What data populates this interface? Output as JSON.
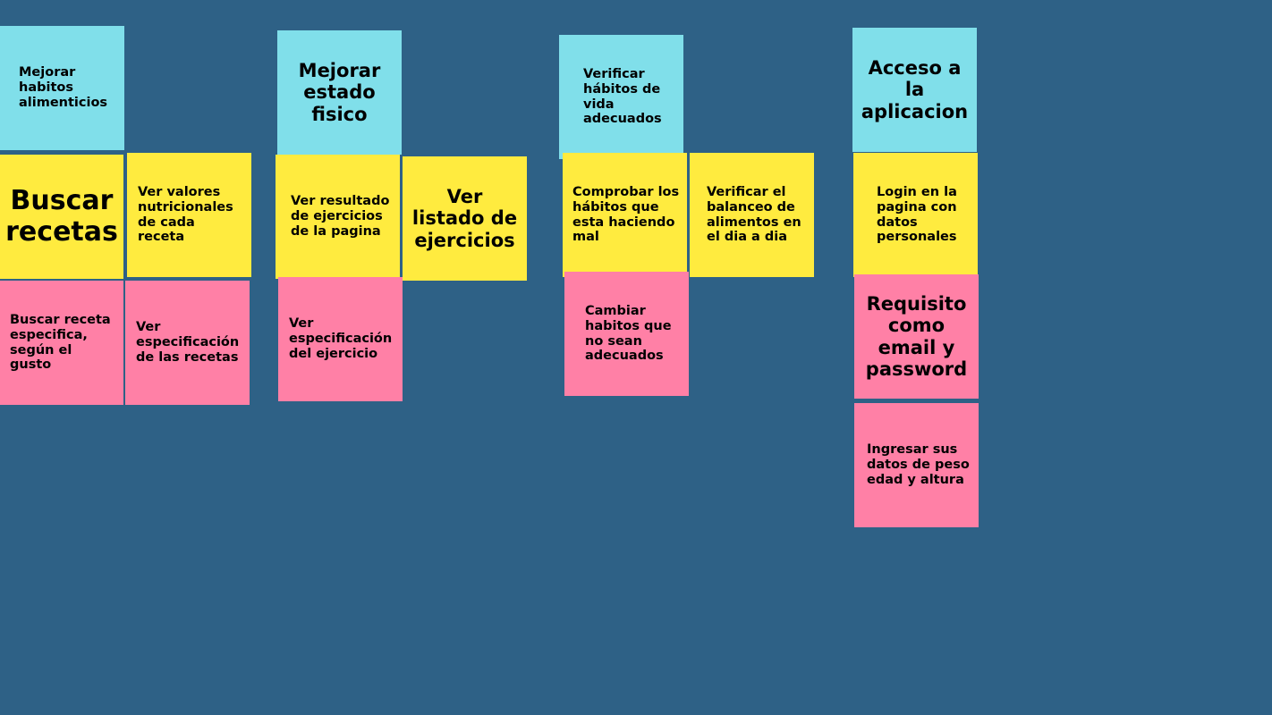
{
  "board": {
    "background_color": "#2e6186",
    "note_colors": {
      "cyan": "#80dfea",
      "yellow": "#ffeb3f",
      "pink": "#ff80a6"
    },
    "notes": [
      {
        "text": "Mejorar habitos alimenticios",
        "color": "cyan"
      },
      {
        "text": "Buscar recetas",
        "color": "yellow"
      },
      {
        "text": "Ver valores nutricionales de cada receta",
        "color": "yellow"
      },
      {
        "text": "Buscar receta especifica, según el gusto",
        "color": "pink"
      },
      {
        "text": "Ver especificación de las recetas",
        "color": "pink"
      },
      {
        "text": "Mejorar estado fisico",
        "color": "cyan"
      },
      {
        "text": "Ver resultado de ejercicios de la pagina",
        "color": "yellow"
      },
      {
        "text": "Ver listado de ejercicios",
        "color": "yellow"
      },
      {
        "text": "Ver especificación del ejercicio",
        "color": "pink"
      },
      {
        "text": "Verificar hábitos de vida adecuados",
        "color": "cyan"
      },
      {
        "text": "Comprobar los hábitos que esta haciendo mal",
        "color": "yellow"
      },
      {
        "text": "Verificar el balanceo de alimentos en el dia a dia",
        "color": "yellow"
      },
      {
        "text": "Cambiar habitos que no sean adecuados",
        "color": "pink"
      },
      {
        "text": "Acceso a la aplicacion",
        "color": "cyan"
      },
      {
        "text": "Login en la pagina con datos personales",
        "color": "yellow"
      },
      {
        "text": "Requisito como email y password",
        "color": "pink"
      },
      {
        "text": "Ingresar sus datos de peso edad y altura",
        "color": "pink"
      }
    ]
  }
}
